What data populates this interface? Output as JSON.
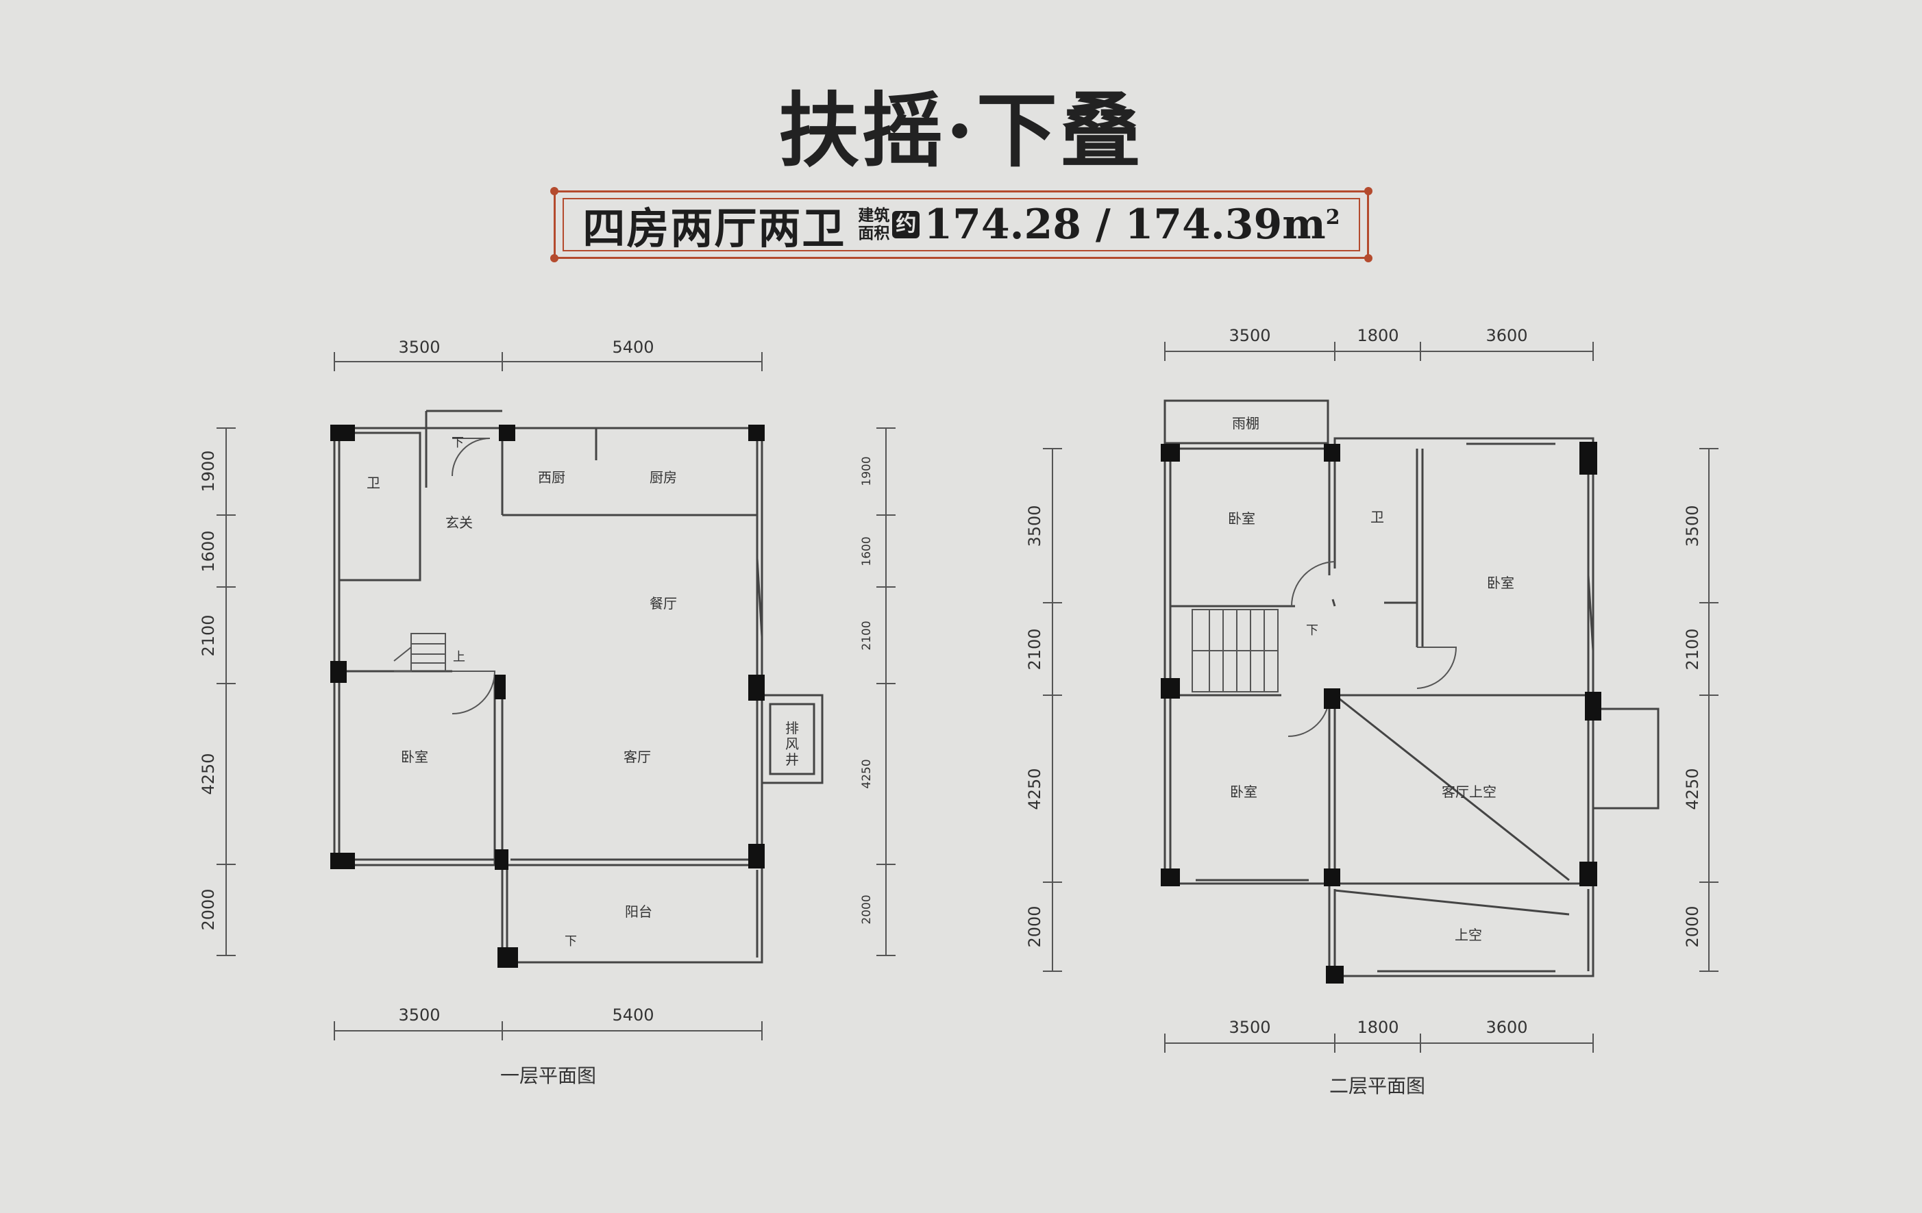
{
  "header": {
    "title": "扶摇·下叠",
    "room_type": "四房两厅两卫",
    "area_label_line1": "建筑",
    "area_label_line2": "面积",
    "area_badge": "约",
    "area_value": "174.28 / 174.39m",
    "area_unit_sup": "2"
  },
  "floor1": {
    "caption": "一层平面图",
    "dims_top": [
      "3500",
      "5400"
    ],
    "dims_bottom": [
      "3500",
      "5400"
    ],
    "dims_left": [
      "1900",
      "1600",
      "2100",
      "4250",
      "2000"
    ],
    "dims_right": [
      "1900",
      "1600",
      "2100",
      "4250",
      "2000"
    ],
    "rooms": {
      "bath": "卫",
      "foyer": "玄关",
      "west_kitchen": "西厨",
      "kitchen": "厨房",
      "dining": "餐厅",
      "bedroom": "卧室",
      "living": "客厅",
      "balcony": "阳台",
      "vent_line1": "排",
      "vent_line2": "风",
      "vent_line3": "井",
      "down_top": "下",
      "up": "上",
      "down_bottom": "下"
    }
  },
  "floor2": {
    "caption": "二层平面图",
    "dims_top": [
      "3500",
      "1800",
      "3600"
    ],
    "dims_bottom": [
      "3500",
      "1800",
      "3600"
    ],
    "dims_left": [
      "3500",
      "2100",
      "4250",
      "2000"
    ],
    "dims_right": [
      "3500",
      "2100",
      "4250",
      "2000"
    ],
    "rooms": {
      "canopy": "雨棚",
      "bedroom_nw": "卧室",
      "bath": "卫",
      "bedroom_ne": "卧室",
      "down": "下",
      "bedroom_sw": "卧室",
      "living_void": "客厅上空",
      "void": "上空"
    }
  }
}
